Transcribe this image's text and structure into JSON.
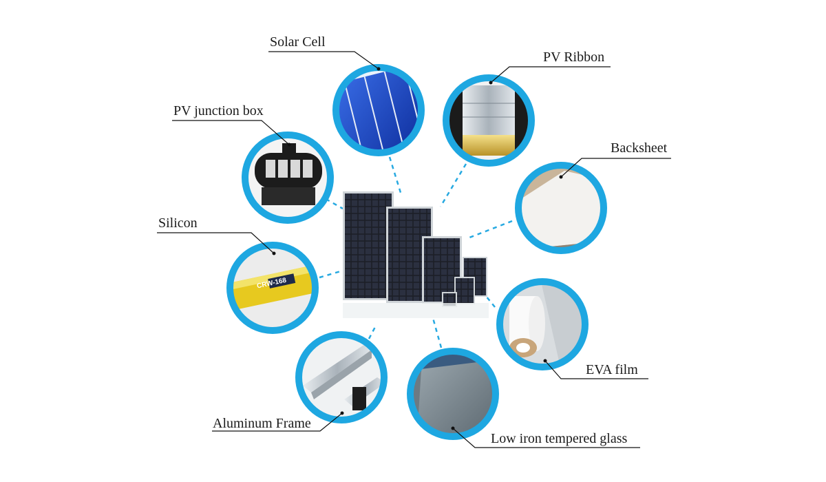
{
  "components": {
    "solar_cell": "Solar Cell",
    "pv_ribbon": "PV Ribbon",
    "pv_junction_box": "PV junction box",
    "backsheet": "Backsheet",
    "silicon": "Silicon",
    "eva_film": "EVA film",
    "aluminum_frame": "Aluminum Frame",
    "low_iron_glass": "Low iron tempered glass"
  },
  "silicon_tube_text": "CRW-168",
  "colors": {
    "ring": "#1ea7e1",
    "connector": "#27a9e1"
  }
}
